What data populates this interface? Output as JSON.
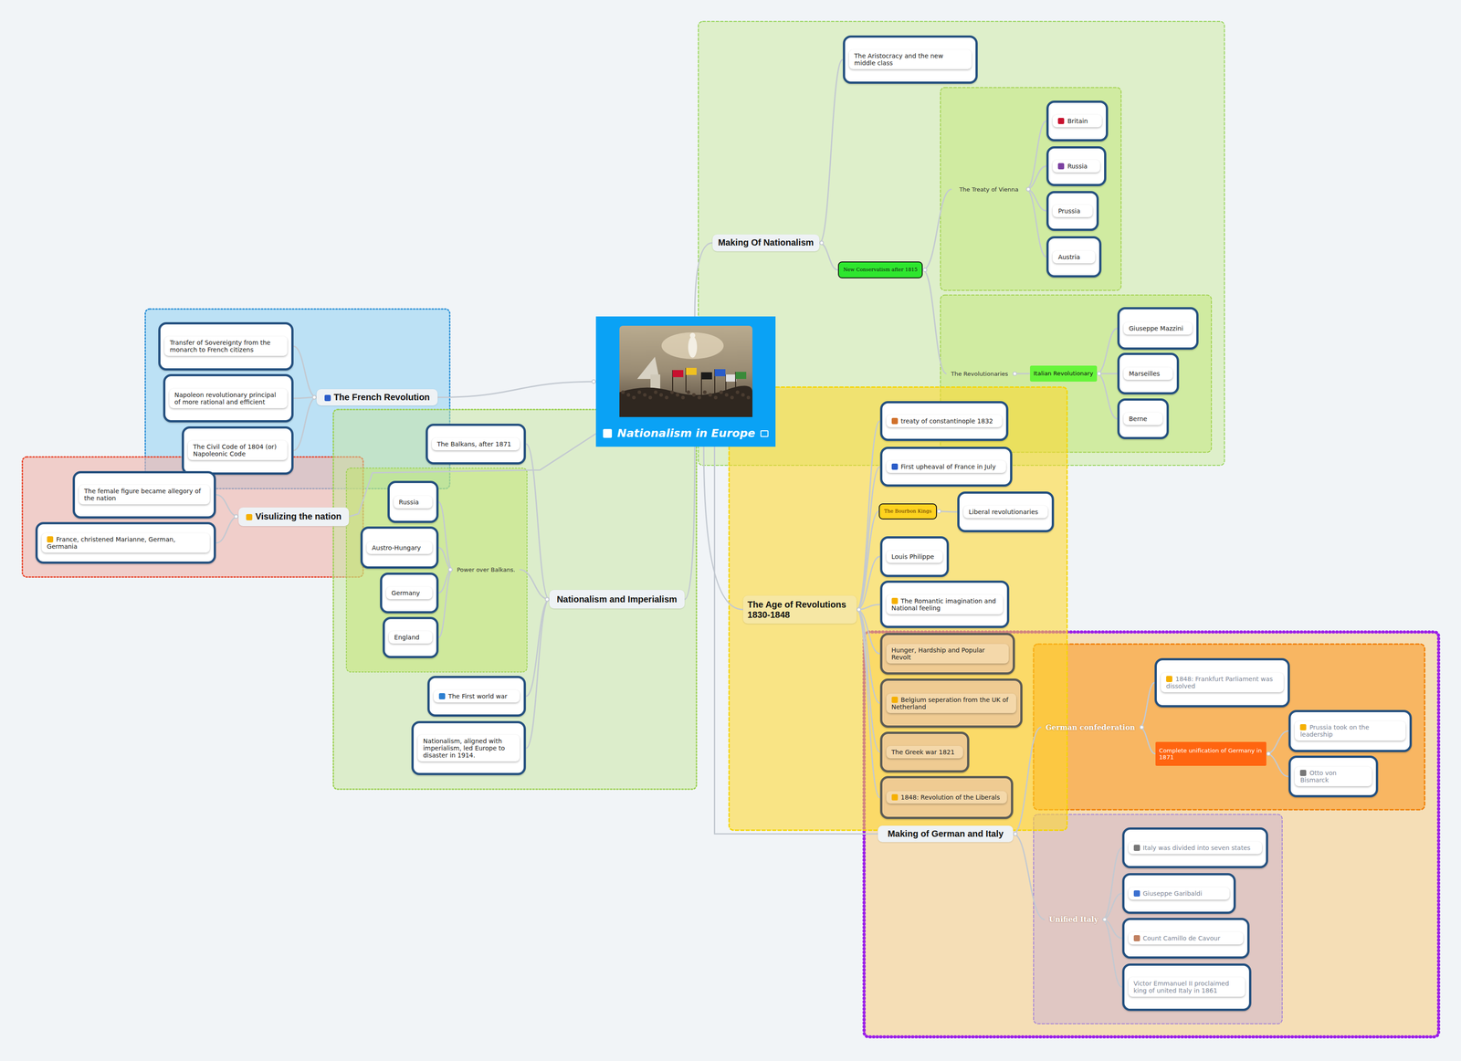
{
  "diagram": {
    "nodes": [
      {
        "text": [
          "Nationalism in Europe"
        ]
      },
      {
        "text": [
          "Making Of Nationalism"
        ]
      },
      {
        "text": [
          "The Aristocracy and the new middle class"
        ]
      },
      {
        "text": [
          "New Conservatism after 1815"
        ]
      },
      {
        "text": [
          "The Treaty of Vienna"
        ]
      },
      {
        "text": [
          "Britain"
        ]
      },
      {
        "text": [
          "Russia"
        ]
      },
      {
        "text": [
          "Prussia"
        ]
      },
      {
        "text": [
          "Austria"
        ]
      },
      {
        "text": [
          "The Revolutionaries"
        ]
      },
      {
        "text": [
          "Italian Revolutionary"
        ]
      },
      {
        "text": [
          "Giuseppe Mazzini"
        ]
      },
      {
        "text": [
          "Marseilles"
        ]
      },
      {
        "text": [
          "Berne"
        ]
      },
      {
        "text": [
          "The French Revolution"
        ]
      },
      {
        "text": [
          "Transfer of Sovereignty from the monarch to French citizens"
        ]
      },
      {
        "text": [
          "Napoleon revolutionary principal of more rational and efficient"
        ]
      },
      {
        "text": [
          "The Civil Code of 1804 (or) Napoleonic Code"
        ]
      },
      {
        "text": [
          "Visulizing the nation"
        ]
      },
      {
        "text": [
          "The female figure became allegory of the nation"
        ]
      },
      {
        "text": [
          "France, christened Marianne, German, Germania"
        ]
      },
      {
        "text": [
          "Nationalism and Imperialism"
        ]
      },
      {
        "text": [
          "The Balkans, after 1871"
        ]
      },
      {
        "text": [
          "Power over Balkans."
        ]
      },
      {
        "text": [
          "Russia"
        ]
      },
      {
        "text": [
          "Austro-Hungary"
        ]
      },
      {
        "text": [
          "Germany"
        ]
      },
      {
        "text": [
          "England"
        ]
      },
      {
        "text": [
          "The First world war"
        ]
      },
      {
        "text": [
          "Nationalism, aligned with imperialism, led Europe to disaster in 1914."
        ]
      },
      {
        "text": [
          "The Age of Revolutions 1830-1848"
        ]
      },
      {
        "text": [
          "treaty of constantinople 1832"
        ]
      },
      {
        "text": [
          "First upheaval of France in July"
        ]
      },
      {
        "text": [
          "The Bourbon Kings"
        ]
      },
      {
        "text": [
          "Liberal revolutionaries"
        ]
      },
      {
        "text": [
          "Louis Philippe"
        ]
      },
      {
        "text": [
          "The Romantic imagination and National feeling"
        ]
      },
      {
        "text": [
          "Hunger, Hardship and Popular Revolt"
        ]
      },
      {
        "text": [
          "Belgium seperation from the UK of Netherland"
        ]
      },
      {
        "text": [
          "The Greek war 1821"
        ]
      },
      {
        "text": [
          "1848: Revolution of the Liberals"
        ]
      },
      {
        "text": [
          "Making of German and Italy"
        ]
      },
      {
        "text": [
          "German confederation"
        ]
      },
      {
        "text": [
          "1848: Frankfurt Parliament was dissolved"
        ]
      },
      {
        "text": [
          "Complete unification of Germany in 1871"
        ]
      },
      {
        "text": [
          "Prussia took on the leadership"
        ]
      },
      {
        "text": [
          "Otto von Bismarck"
        ]
      },
      {
        "text": [
          "Unified Italy"
        ]
      },
      {
        "text": [
          "Italy was divided into seven states"
        ]
      },
      {
        "text": [
          "Giuseppe Garibaldi"
        ]
      },
      {
        "text": [
          "Count Camillo de Cavour"
        ]
      },
      {
        "text": [
          "Victor Emmanuel II proclaimed king of united Italy in 1861"
        ]
      }
    ],
    "edges": [
      {
        "from": 0,
        "to": 1,
        "arrow": "none"
      },
      {
        "from": 0,
        "to": 14,
        "arrow": "none"
      },
      {
        "from": 0,
        "to": 18,
        "arrow": "none"
      },
      {
        "from": 0,
        "to": 21,
        "arrow": "none"
      },
      {
        "from": 0,
        "to": 30,
        "arrow": "none"
      },
      {
        "from": 0,
        "to": 41,
        "arrow": "none"
      },
      {
        "from": 1,
        "to": 2,
        "arrow": "none"
      },
      {
        "from": 1,
        "to": 3,
        "arrow": "none"
      },
      {
        "from": 3,
        "to": 4,
        "arrow": "none"
      },
      {
        "from": 3,
        "to": 9,
        "arrow": "none"
      },
      {
        "from": 4,
        "to": 5,
        "arrow": "none"
      },
      {
        "from": 4,
        "to": 6,
        "arrow": "none"
      },
      {
        "from": 4,
        "to": 7,
        "arrow": "none"
      },
      {
        "from": 4,
        "to": 8,
        "arrow": "none"
      },
      {
        "from": 9,
        "to": 10,
        "arrow": "none"
      },
      {
        "from": 10,
        "to": 11,
        "arrow": "none"
      },
      {
        "from": 10,
        "to": 12,
        "arrow": "none"
      },
      {
        "from": 10,
        "to": 13,
        "arrow": "none"
      },
      {
        "from": 14,
        "to": 15,
        "arrow": "none"
      },
      {
        "from": 14,
        "to": 16,
        "arrow": "none"
      },
      {
        "from": 14,
        "to": 17,
        "arrow": "none"
      },
      {
        "from": 18,
        "to": 19,
        "arrow": "none"
      },
      {
        "from": 18,
        "to": 20,
        "arrow": "none"
      },
      {
        "from": 21,
        "to": 22,
        "arrow": "none"
      },
      {
        "from": 21,
        "to": 23,
        "arrow": "none"
      },
      {
        "from": 23,
        "to": 24,
        "arrow": "none"
      },
      {
        "from": 23,
        "to": 25,
        "arrow": "none"
      },
      {
        "from": 23,
        "to": 26,
        "arrow": "none"
      },
      {
        "from": 23,
        "to": 27,
        "arrow": "none"
      },
      {
        "from": 21,
        "to": 28,
        "arrow": "none"
      },
      {
        "from": 21,
        "to": 29,
        "arrow": "none"
      },
      {
        "from": 30,
        "to": 31,
        "arrow": "none"
      },
      {
        "from": 30,
        "to": 32,
        "arrow": "none"
      },
      {
        "from": 30,
        "to": 33,
        "arrow": "none"
      },
      {
        "from": 33,
        "to": 34,
        "arrow": "none"
      },
      {
        "from": 30,
        "to": 35,
        "arrow": "none"
      },
      {
        "from": 30,
        "to": 36,
        "arrow": "none"
      },
      {
        "from": 30,
        "to": 37,
        "arrow": "none"
      },
      {
        "from": 30,
        "to": 38,
        "arrow": "none"
      },
      {
        "from": 30,
        "to": 39,
        "arrow": "none"
      },
      {
        "from": 30,
        "to": 40,
        "arrow": "none"
      },
      {
        "from": 41,
        "to": 42,
        "arrow": "none"
      },
      {
        "from": 41,
        "to": 47,
        "arrow": "none"
      },
      {
        "from": 42,
        "to": 43,
        "arrow": "none"
      },
      {
        "from": 42,
        "to": 44,
        "arrow": "none"
      },
      {
        "from": 44,
        "to": 45,
        "arrow": "none"
      },
      {
        "from": 44,
        "to": 46,
        "arrow": "none"
      },
      {
        "from": 47,
        "to": 48,
        "arrow": "none"
      },
      {
        "from": 47,
        "to": 49,
        "arrow": "none"
      },
      {
        "from": 47,
        "to": 50,
        "arrow": "none"
      },
      {
        "from": 47,
        "to": 51,
        "arrow": "none"
      }
    ]
  }
}
